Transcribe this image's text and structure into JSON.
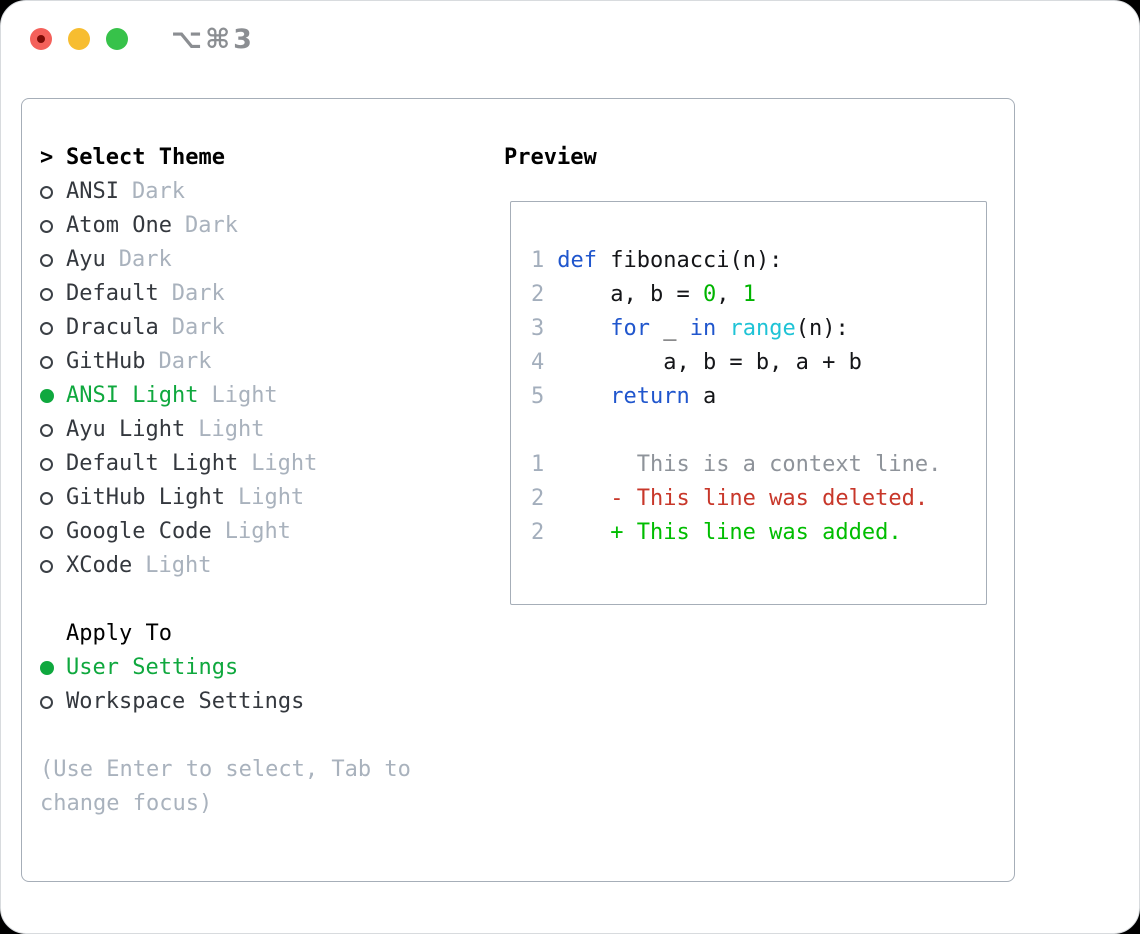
{
  "window": {
    "title": "⌥⌘3"
  },
  "theme_panel": {
    "header_marker": ">",
    "header_label": "Select Theme",
    "themes": [
      {
        "name": "ANSI",
        "variant": "Dark",
        "selected": false
      },
      {
        "name": "Atom One",
        "variant": "Dark",
        "selected": false
      },
      {
        "name": "Ayu",
        "variant": "Dark",
        "selected": false
      },
      {
        "name": "Default",
        "variant": "Dark",
        "selected": false
      },
      {
        "name": "Dracula",
        "variant": "Dark",
        "selected": false
      },
      {
        "name": "GitHub",
        "variant": "Dark",
        "selected": false
      },
      {
        "name": "ANSI Light",
        "variant": "Light",
        "selected": true
      },
      {
        "name": "Ayu Light",
        "variant": "Light",
        "selected": false
      },
      {
        "name": "Default Light",
        "variant": "Light",
        "selected": false
      },
      {
        "name": "GitHub Light",
        "variant": "Light",
        "selected": false
      },
      {
        "name": "Google Code",
        "variant": "Light",
        "selected": false
      },
      {
        "name": "XCode",
        "variant": "Light",
        "selected": false
      }
    ],
    "apply_header": "Apply To",
    "apply_options": [
      {
        "label": "User Settings",
        "selected": true
      },
      {
        "label": "Workspace Settings",
        "selected": false
      }
    ],
    "hint_lines": [
      "(Use Enter to select, Tab to",
      "change focus)"
    ]
  },
  "preview": {
    "header": "Preview",
    "code_lines": [
      {
        "num": "1",
        "tokens": [
          {
            "t": "def",
            "c": "kw"
          },
          {
            "t": " fibonacci(n):",
            "c": "plain"
          }
        ]
      },
      {
        "num": "2",
        "tokens": [
          {
            "t": "    a, b = ",
            "c": "plain"
          },
          {
            "t": "0",
            "c": "lit"
          },
          {
            "t": ", ",
            "c": "plain"
          },
          {
            "t": "1",
            "c": "lit"
          }
        ]
      },
      {
        "num": "3",
        "tokens": [
          {
            "t": "    ",
            "c": "plain"
          },
          {
            "t": "for",
            "c": "kw"
          },
          {
            "t": " _ ",
            "c": "plain"
          },
          {
            "t": "in",
            "c": "kw"
          },
          {
            "t": " ",
            "c": "plain"
          },
          {
            "t": "range",
            "c": "builtin"
          },
          {
            "t": "(n):",
            "c": "plain"
          }
        ]
      },
      {
        "num": "4",
        "tokens": [
          {
            "t": "        a, b = b, a + b",
            "c": "plain"
          }
        ]
      },
      {
        "num": "5",
        "tokens": [
          {
            "t": "    ",
            "c": "plain"
          },
          {
            "t": "return",
            "c": "kw"
          },
          {
            "t": " a",
            "c": "plain"
          }
        ]
      }
    ],
    "diff_lines": [
      {
        "num": "1",
        "tokens": [
          {
            "t": "      This is a context line.",
            "c": "ctx"
          }
        ]
      },
      {
        "num": "2",
        "tokens": [
          {
            "t": "    - This line was deleted.",
            "c": "del"
          }
        ]
      },
      {
        "num": "2",
        "tokens": [
          {
            "t": "    + This line was added.",
            "c": "add"
          }
        ]
      }
    ]
  },
  "palette": {
    "selected_green": "#0fa83e",
    "code_literal_green": "#00b400",
    "added_green": "#00bd00",
    "deleted_red": "#c8372a",
    "keyword_blue": "#2056cd",
    "builtin_cyan": "#1fc3d6",
    "muted_gray": "#a9b2bd",
    "context_gray": "#8e939a",
    "text_dark": "#34383e",
    "border_gray": "#a6aeb8",
    "traffic_red": "#f4605a",
    "traffic_yellow": "#f7bd30",
    "traffic_green": "#37c24a"
  }
}
